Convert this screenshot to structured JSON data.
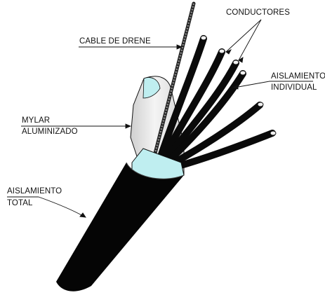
{
  "labels": {
    "conductores": "CONDUCTORES",
    "cable_drene": "CABLE DE DRENE",
    "aislamiento_individual_1": "AISLAMIENTO",
    "aislamiento_individual_2": "INDIVIDUAL",
    "mylar_1": "MYLAR",
    "mylar_2": "ALUMINIZADO",
    "aislamiento_total_1": "AISLAMIENTO",
    "aislamiento_total_2": "TOTAL"
  },
  "colors": {
    "jacket": "#050505",
    "mylar_silver": "#e6e6e6",
    "mylar_cyan": "#bfeef0",
    "conductor_insulation": "#0a0a0a",
    "conductor_tip": "#f2f2f2",
    "drain_wire": "#555555",
    "line": "#111111"
  }
}
